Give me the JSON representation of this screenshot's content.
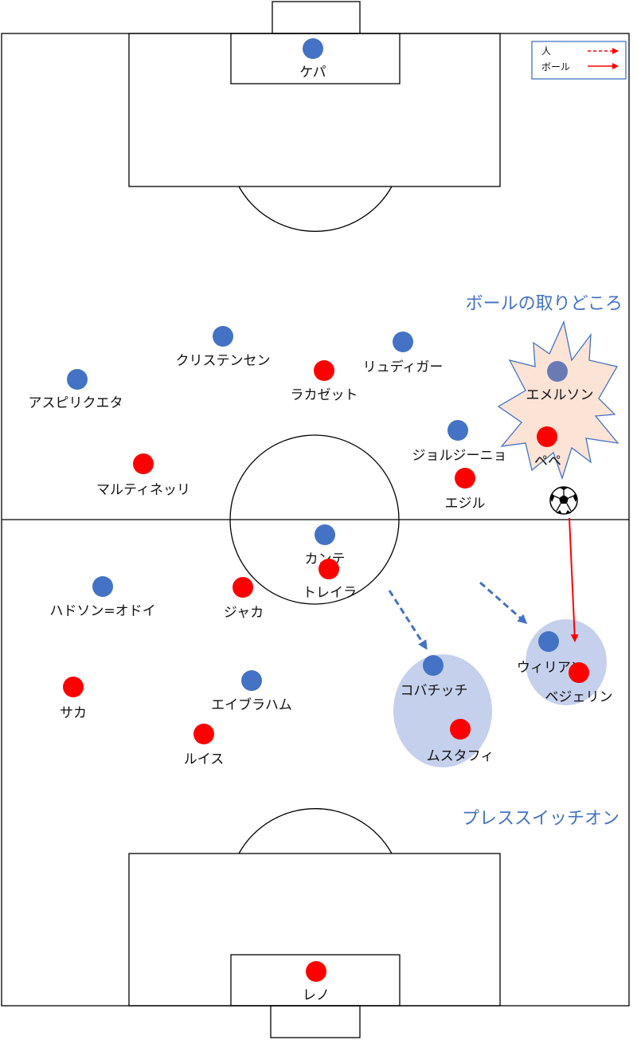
{
  "colors": {
    "team_blue": "#4472c4",
    "team_red": "#ff0000",
    "pitch_line": "#000000",
    "zone_fill": "#c5d0ec",
    "burst_fill": "#fbe3d6",
    "burst_stroke": "#4472c4",
    "annotation": "#4472c4"
  },
  "legend": {
    "person_label": "人",
    "ball_label": "ボール"
  },
  "annotations": {
    "ball_win_area": "ボールの取りどころ",
    "press_switch": "プレススイッチオン"
  },
  "players": {
    "blue": [
      {
        "id": "kepa",
        "name": "ケパ"
      },
      {
        "id": "christensen",
        "name": "クリステンセン"
      },
      {
        "id": "rudiger",
        "name": "リュディガー"
      },
      {
        "id": "azpilicueta",
        "name": "アスピリクエタ"
      },
      {
        "id": "emerson",
        "name": "エメルソン"
      },
      {
        "id": "jorginho",
        "name": "ジョルジーニョ"
      },
      {
        "id": "kante",
        "name": "カンテ"
      },
      {
        "id": "hudson-odoi",
        "name": "ハドソン=オドイ"
      },
      {
        "id": "willian",
        "name": "ウィリアン"
      },
      {
        "id": "kovacic",
        "name": "コバチッチ"
      },
      {
        "id": "abraham",
        "name": "エイブラハム"
      }
    ],
    "red": [
      {
        "id": "lacazette",
        "name": "ラカゼット"
      },
      {
        "id": "martinelli",
        "name": "マルティネッリ"
      },
      {
        "id": "pepe",
        "name": "ペペ"
      },
      {
        "id": "ozil",
        "name": "エジル"
      },
      {
        "id": "torreira",
        "name": "トレイラ"
      },
      {
        "id": "xhaka",
        "name": "ジャカ"
      },
      {
        "id": "bellerin",
        "name": "ベジェリン"
      },
      {
        "id": "saka",
        "name": "サカ"
      },
      {
        "id": "mustafi",
        "name": "ムスタフィ"
      },
      {
        "id": "luiz",
        "name": "ルイス"
      },
      {
        "id": "leno",
        "name": "レノ"
      }
    ]
  }
}
